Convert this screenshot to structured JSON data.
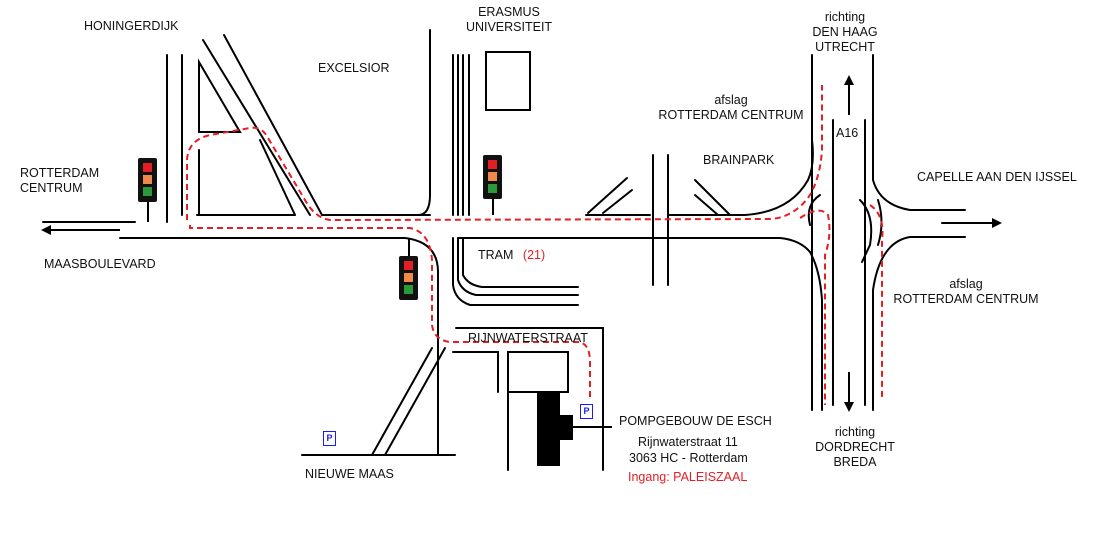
{
  "labels": {
    "honingerdijk": "HONINGERDIJK",
    "erasmus_line1": "ERASMUS",
    "erasmus_line2": "UNIVERSITEIT",
    "excelsior": "EXCELSIOR",
    "richting_north": "richting",
    "den_haag": "DEN HAAG",
    "utrecht": "UTRECHT",
    "afslag_top": "afslag",
    "rotterdam_centrum_top": "ROTTERDAM CENTRUM",
    "a16": "A16",
    "brainpark": "BRAINPARK",
    "capelle": "CAPELLE AAN DEN IJSSEL",
    "rotterdam_w_line1": "ROTTERDAM",
    "rotterdam_w_line2": "CENTRUM",
    "maasboulevard": "MAASBOULEVARD",
    "tram": "TRAM",
    "tram_number": "(21)",
    "afslag_right": "afslag",
    "rotterdam_centrum_right": "ROTTERDAM CENTRUM",
    "rijnwaterstraat": "RIJNWATERSTRAAT",
    "pompgebouw": "POMPGEBOUW DE ESCH",
    "address_line1": "Rijnwaterstraat 11",
    "address_line2": "3063 HC - Rotterdam",
    "entrance": "Ingang: PALEISZAAL",
    "richting_south": "richting",
    "dordrecht": "DORDRECHT",
    "breda": "BREDA",
    "nieuwe_maas": "NIEUWE MAAS",
    "parking_symbol": "P"
  },
  "colors": {
    "road": "#000000",
    "route": "#e31e24",
    "parking": "#1a1aff",
    "light_red": "#e31e24",
    "light_orange": "#ef8a4a",
    "light_green": "#2c9a3a"
  },
  "icons": [
    "traffic-light-icon",
    "parking-icon",
    "arrow-icon"
  ]
}
